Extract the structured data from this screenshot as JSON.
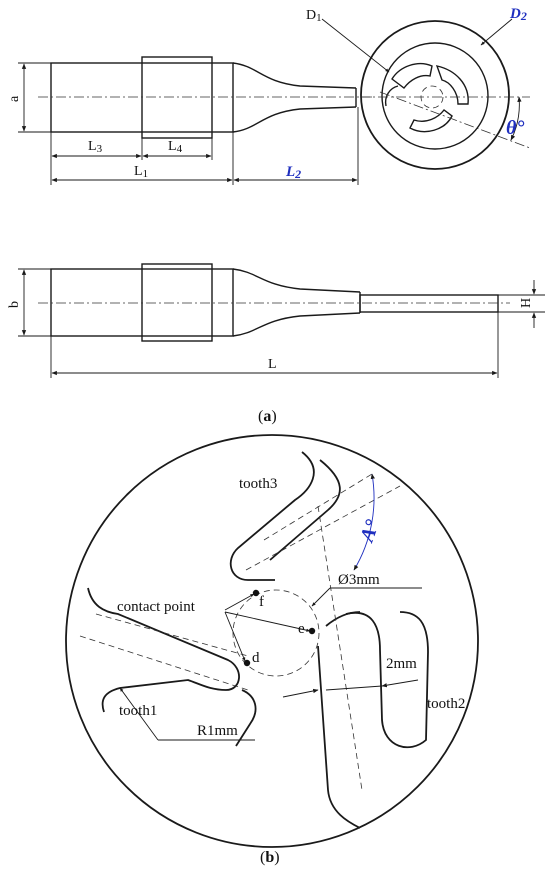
{
  "figure_a": {
    "panel_label": "(a)",
    "dim_a": "a",
    "dim_b": "b",
    "dim_L1": "L1",
    "dim_L2": "L2",
    "dim_L3": "L3",
    "dim_L4": "L4",
    "dim_L": "L",
    "dim_H": "H",
    "label_D1": "D1",
    "label_D2": "D2",
    "label_theta": "θ°"
  },
  "figure_b": {
    "panel_label": "(b)",
    "tooth1": "tooth1",
    "tooth2": "tooth2",
    "tooth3": "tooth3",
    "contact_point": "contact point",
    "point_d": "d",
    "point_e": "e",
    "point_f": "f",
    "angle_A": "A°",
    "diameter": "Ø3mm",
    "width": "2mm",
    "radius": "R1mm"
  },
  "colors": {
    "accent": "#1f2fbf",
    "line": "#1a1a1a"
  }
}
